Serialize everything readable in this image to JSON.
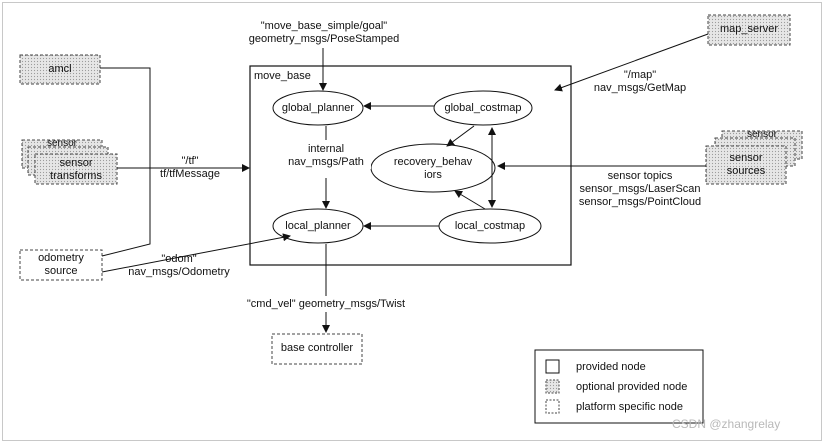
{
  "nodes": {
    "amcl": "amcl",
    "map_server": "map_server",
    "sensor_transforms": "sensor transforms",
    "sensor_transforms_back": "sensor",
    "sensor_sources": "sensor sources",
    "sensor_sources_back": "sensor",
    "odometry_source": "odometry source",
    "base_controller": "base controller",
    "move_base": "move_base",
    "global_planner": "global_planner",
    "global_costmap": "global_costmap",
    "local_planner": "local_planner",
    "local_costmap": "local_costmap",
    "recovery_behaviors": "recovery_behav iors"
  },
  "edge_labels": {
    "goal_topic": "\"move_base_simple/goal\"",
    "goal_type": "geometry_msgs/PoseStamped",
    "map_topic": "\"/map\"",
    "map_type": "nav_msgs/GetMap",
    "tf_topic": "\"/tf\"",
    "tf_type": "tf/tfMessage",
    "internal_topic": "internal",
    "internal_type": "nav_msgs/Path",
    "sensor_topic": "sensor topics",
    "sensor_type1": "sensor_msgs/LaserScan",
    "sensor_type2": "sensor_msgs/PointCloud",
    "odom_topic": "\"odom\"",
    "odom_type": "nav_msgs/Odometry",
    "cmd_vel": "\"cmd_vel\" geometry_msgs/Twist"
  },
  "legend": {
    "provided": "provided node",
    "optional": "optional provided node",
    "platform": "platform specific node"
  },
  "watermark": "CSDN @zhangrelay"
}
